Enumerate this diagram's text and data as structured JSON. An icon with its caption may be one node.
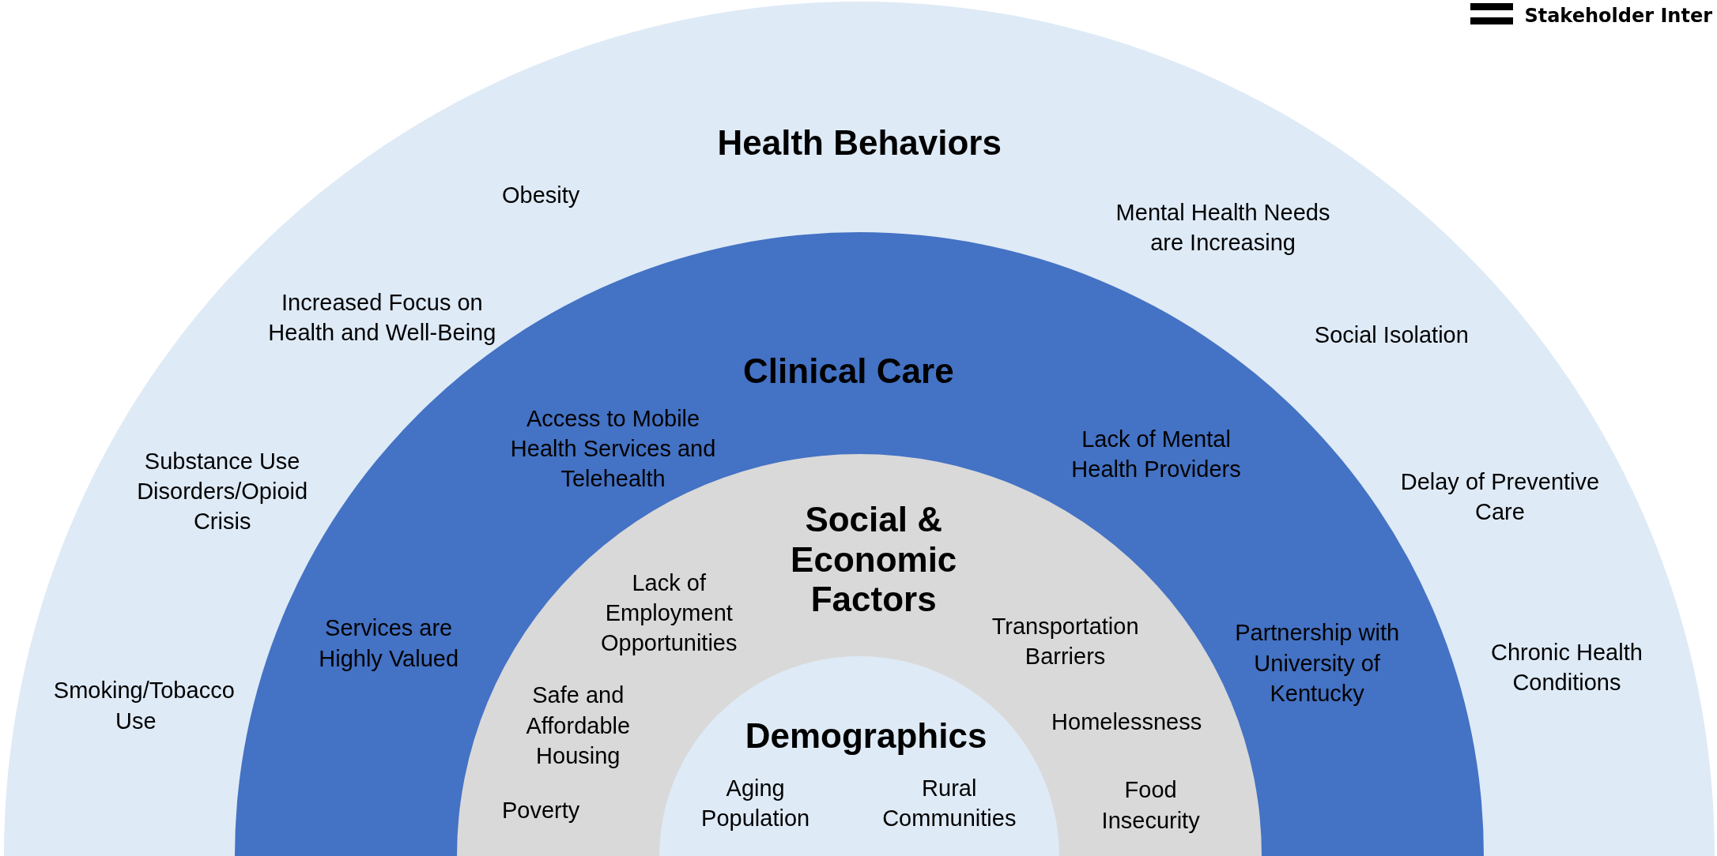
{
  "diagram": {
    "nodes": [
      {
        "text": [
          "Health Behaviors"
        ]
      },
      {
        "text": [
          "Clinical Care"
        ],
        "in": 0
      },
      {
        "text": [
          "Social & Economic Factors"
        ],
        "in": 1
      },
      {
        "text": [
          "Demographics"
        ],
        "in": 2
      }
    ],
    "labels": [
      "Obesity",
      "Mental Health Needs are Increasing",
      "Increased Focus on Health and Well-Being",
      "Social Isolation",
      "Access to Mobile Health Services and Telehealth",
      "Lack of Mental Health Providers",
      "Substance Use Disorders/Opioid Crisis",
      "Delay of Preventive Care",
      "Services are Highly Valued",
      "Lack of Employment Opportunities",
      "Transportation Barriers",
      "Partnership with University of Kentucky",
      "Chronic Health Conditions",
      "Smoking/Tobacco Use",
      "Safe and Affordable Housing",
      "Homelessness",
      "Aging Population",
      "Rural Communities",
      "Food Insecurity",
      "Poverty"
    ],
    "legend": [
      {
        "text": "Stakeholder Inter"
      }
    ]
  }
}
